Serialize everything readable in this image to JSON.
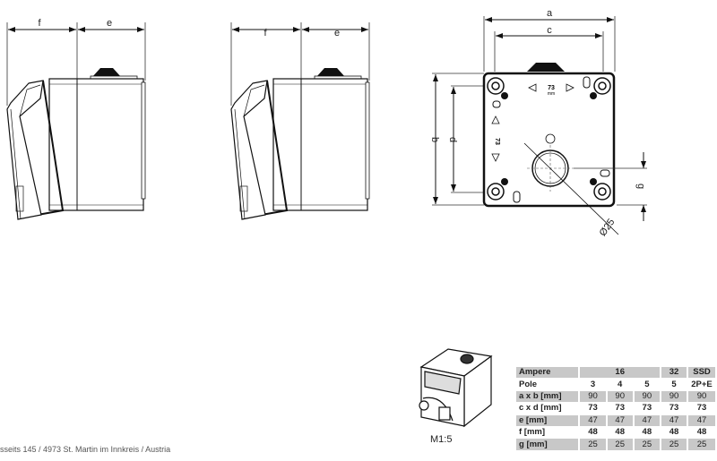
{
  "dimensions": {
    "a": "a",
    "b": "b",
    "c": "c",
    "d": "d",
    "e": "e",
    "f": "f",
    "g": "g",
    "diameter": "Ø25",
    "front_h": "73",
    "front_v": "73",
    "unit": "mm"
  },
  "scale": "M1:5",
  "footer": "sseits 145 / 4973 St. Martin im Innkreis / Austria",
  "table": {
    "header": {
      "label": "Ampere",
      "group16": "16",
      "group32": "32",
      "ssd": "SSD"
    },
    "rows": [
      {
        "label": "Pole",
        "values": [
          "3",
          "4",
          "5",
          "5",
          "2P+E"
        ]
      },
      {
        "label": "a x b [mm]",
        "values": [
          "90",
          "90",
          "90",
          "90",
          "90"
        ]
      },
      {
        "label": "c x d [mm]",
        "values": [
          "73",
          "73",
          "73",
          "73",
          "73"
        ]
      },
      {
        "label": "e [mm]",
        "values": [
          "47",
          "47",
          "47",
          "47",
          "47"
        ]
      },
      {
        "label": "f [mm]",
        "values": [
          "48",
          "48",
          "48",
          "48",
          "48"
        ]
      },
      {
        "label": "g [mm]",
        "values": [
          "25",
          "25",
          "25",
          "25",
          "25"
        ]
      }
    ]
  }
}
